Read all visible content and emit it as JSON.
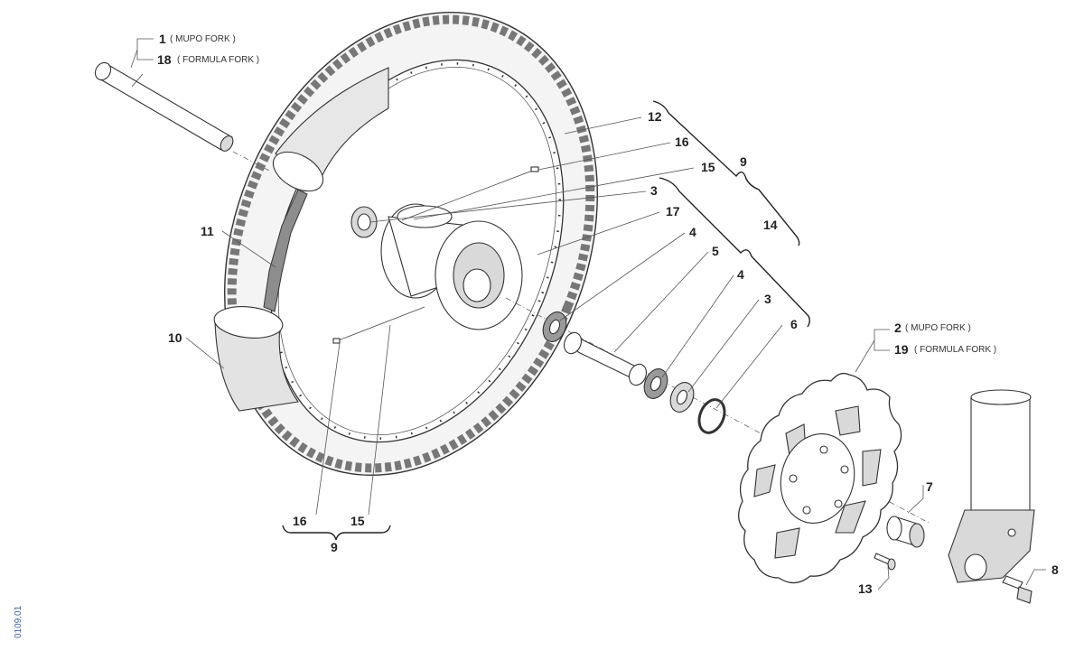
{
  "labels": {
    "l1": "1",
    "l1_sub": "( MUPO FORK )",
    "l18": "18",
    "l18_sub": "( FORMULA FORK )",
    "l2": "2",
    "l2_sub": "( MUPO FORK )",
    "l19": "19",
    "l19_sub": "( FORMULA FORK )",
    "l3a": "3",
    "l3b": "3",
    "l4a": "4",
    "l4b": "4",
    "l5": "5",
    "l6": "6",
    "l7": "7",
    "l8": "8",
    "l9a": "9",
    "l9b": "9",
    "l10": "10",
    "l11": "11",
    "l12": "12",
    "l13": "13",
    "l14": "14",
    "l15a": "15",
    "l15b": "15",
    "l16a": "16",
    "l16b": "16",
    "l17": "17"
  },
  "code": "0109.01"
}
